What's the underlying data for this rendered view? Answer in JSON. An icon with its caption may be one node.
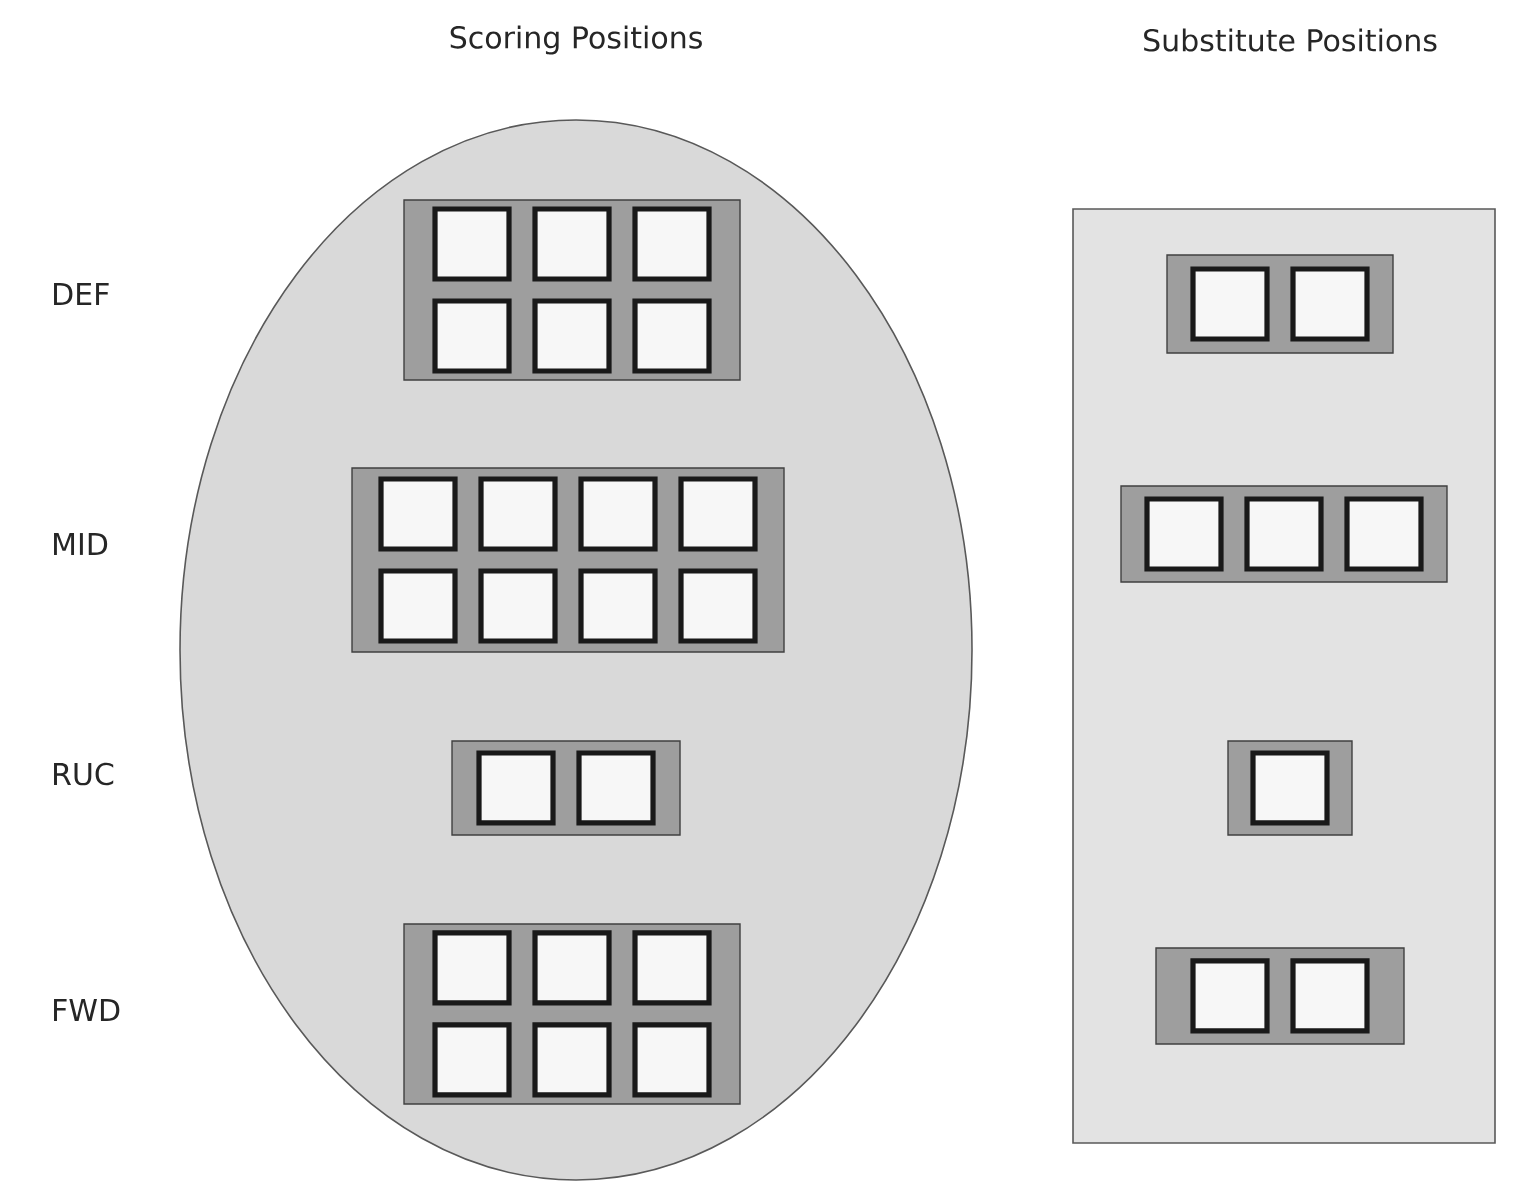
{
  "diagram": {
    "nodes": [
      {
        "text": [],
        "shape": "ellipse"
      },
      {
        "text": [],
        "shape": "box",
        "in": 0
      },
      {
        "text": [],
        "shape": "box",
        "in": 1
      },
      {
        "text": [],
        "shape": "box",
        "in": 1
      },
      {
        "text": [],
        "shape": "box",
        "in": 1
      },
      {
        "text": [],
        "shape": "box",
        "in": 1
      },
      {
        "text": [],
        "shape": "box",
        "in": 1
      },
      {
        "text": [],
        "shape": "box",
        "in": 1
      },
      {
        "text": [],
        "shape": "box",
        "in": 0
      },
      {
        "text": [],
        "shape": "box",
        "in": 8
      },
      {
        "text": [],
        "shape": "box",
        "in": 8
      },
      {
        "text": [],
        "shape": "box",
        "in": 8
      },
      {
        "text": [],
        "shape": "box",
        "in": 8
      },
      {
        "text": [],
        "shape": "box",
        "in": 8
      },
      {
        "text": [],
        "shape": "box",
        "in": 8
      },
      {
        "text": [],
        "shape": "box",
        "in": 8
      },
      {
        "text": [],
        "shape": "box",
        "in": 8
      },
      {
        "text": [],
        "shape": "box",
        "in": 0
      },
      {
        "text": [],
        "shape": "box",
        "in": 17
      },
      {
        "text": [],
        "shape": "box",
        "in": 17
      },
      {
        "text": [],
        "shape": "box",
        "in": 0
      },
      {
        "text": [],
        "shape": "box",
        "in": 20
      },
      {
        "text": [],
        "shape": "box",
        "in": 20
      },
      {
        "text": [],
        "shape": "box",
        "in": 20
      },
      {
        "text": [],
        "shape": "box",
        "in": 20
      },
      {
        "text": [],
        "shape": "box",
        "in": 20
      },
      {
        "text": [],
        "shape": "box",
        "in": 20
      },
      {
        "text": [],
        "shape": "box"
      },
      {
        "text": [],
        "shape": "box",
        "in": 27
      },
      {
        "text": [],
        "shape": "box",
        "in": 28
      },
      {
        "text": [],
        "shape": "box",
        "in": 28
      },
      {
        "text": [],
        "shape": "box",
        "in": 27
      },
      {
        "text": [],
        "shape": "box",
        "in": 31
      },
      {
        "text": [],
        "shape": "box",
        "in": 31
      },
      {
        "text": [],
        "shape": "box",
        "in": 31
      },
      {
        "text": [],
        "shape": "box",
        "in": 27
      },
      {
        "text": [],
        "shape": "box",
        "in": 35
      },
      {
        "text": [],
        "shape": "box",
        "in": 27
      },
      {
        "text": [],
        "shape": "box",
        "in": 37
      },
      {
        "text": [],
        "shape": "box",
        "in": 37
      }
    ],
    "labels": [
      "Scoring Positions",
      "Substitute Positions",
      "DEF",
      "MID",
      "RUC",
      "FWD"
    ]
  }
}
